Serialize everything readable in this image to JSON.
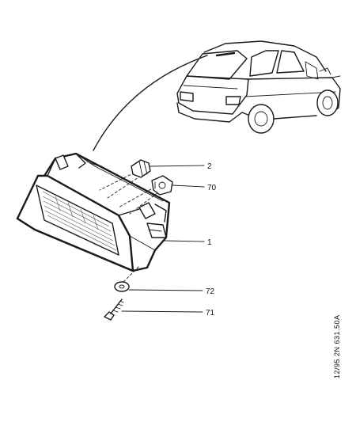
{
  "callouts": {
    "c2": "2",
    "c70": "70",
    "c1": "1",
    "c72": "72",
    "c71": "71"
  },
  "reference_code": "12/95  2N  631.50A"
}
